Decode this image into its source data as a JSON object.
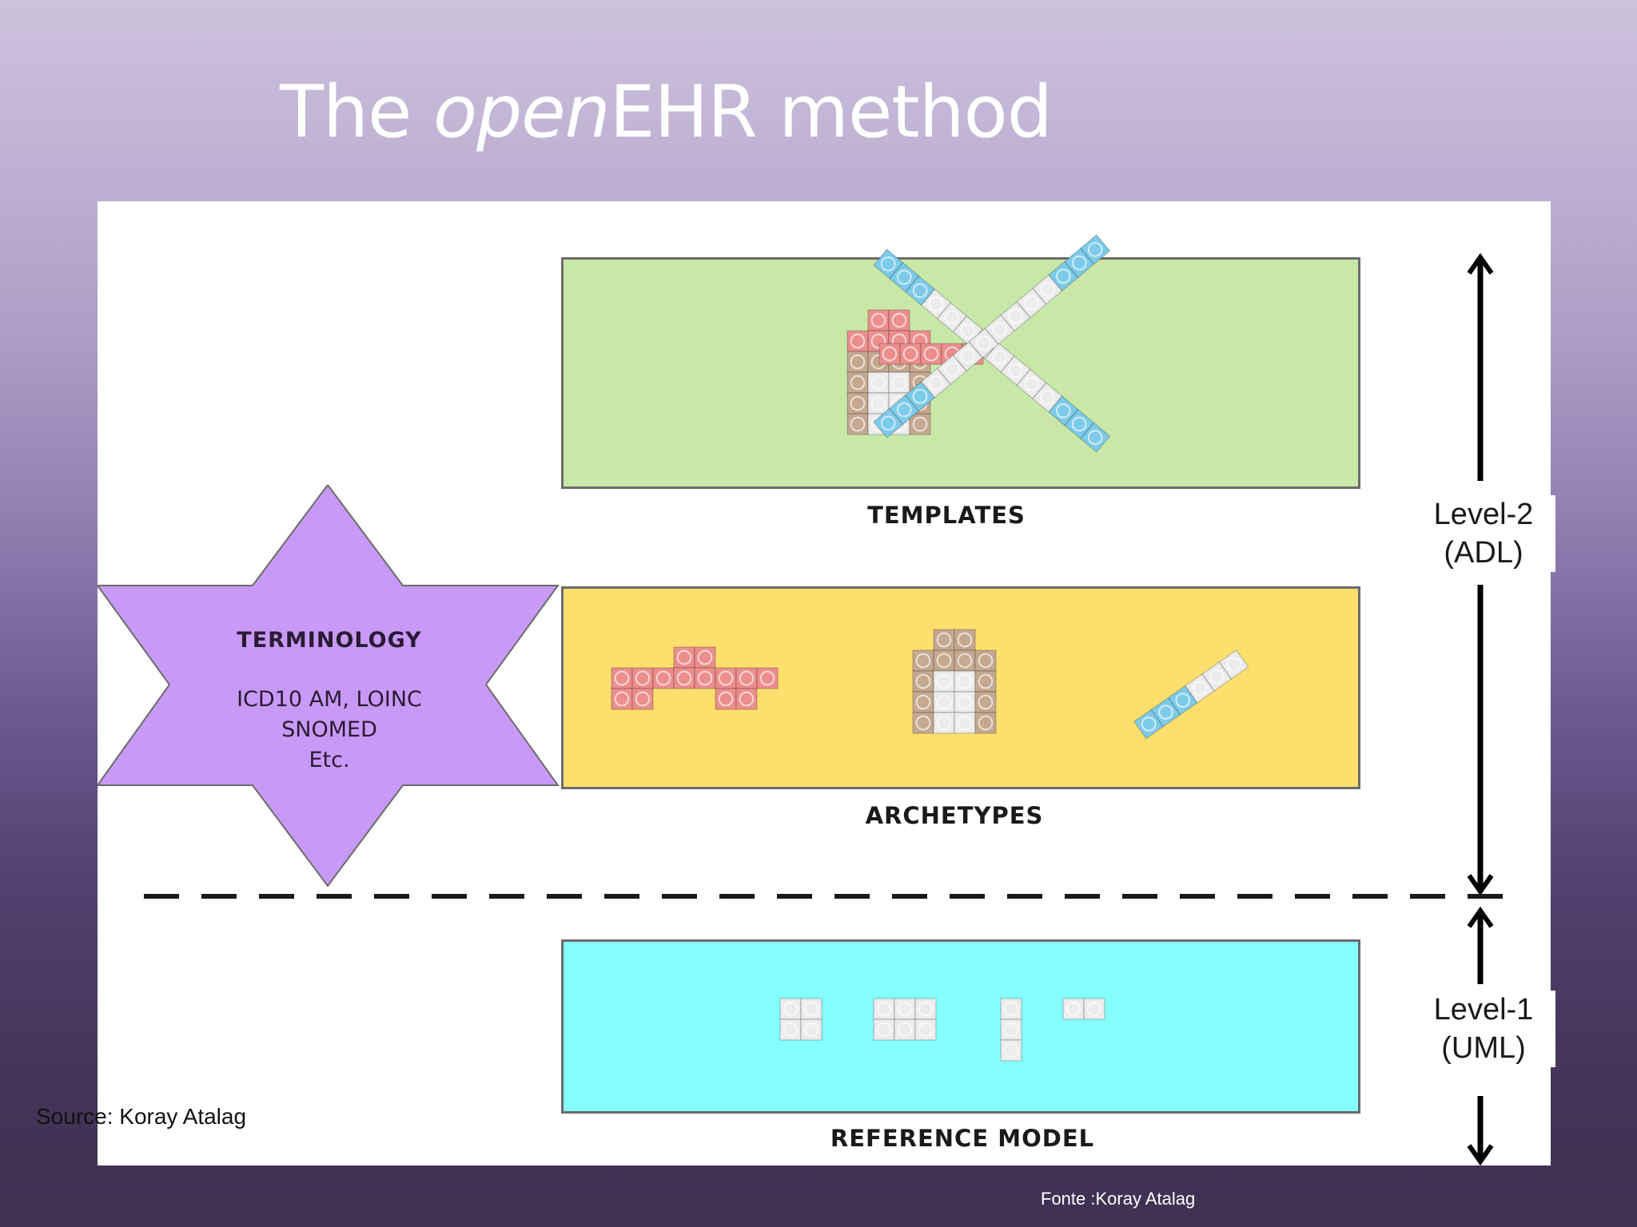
{
  "slide": {
    "title_prefix": "The ",
    "title_italic": "open",
    "title_suffix": "EHR method",
    "source": "Source: Koray Atalag",
    "fonte": "Fonte :Koray Atalag"
  },
  "diagram": {
    "templates_label": "TEMPLATES",
    "archetypes_label": "ARCHETYPES",
    "reference_model_label": "REFERENCE MODEL",
    "terminology_title": "TERMINOLOGY",
    "terminology_line1": "ICD10 AM, LOINC",
    "terminology_line2": "SNOMED",
    "terminology_line3": "Etc.",
    "level2_line1": "Level-2",
    "level2_line2": "(ADL)",
    "level1_line1": "Level-1",
    "level1_line2": "(UML)",
    "colors": {
      "templates_fill": "#c9e8a8",
      "archetypes_fill": "#fcdf6c",
      "reference_model_fill": "#85fefe",
      "terminology_star": "#c89af7",
      "brick_pink": "#eb8e8c",
      "brick_tan": "#c4a890",
      "brick_white": "#ececec",
      "brick_blue": "#7dcbe9"
    }
  }
}
